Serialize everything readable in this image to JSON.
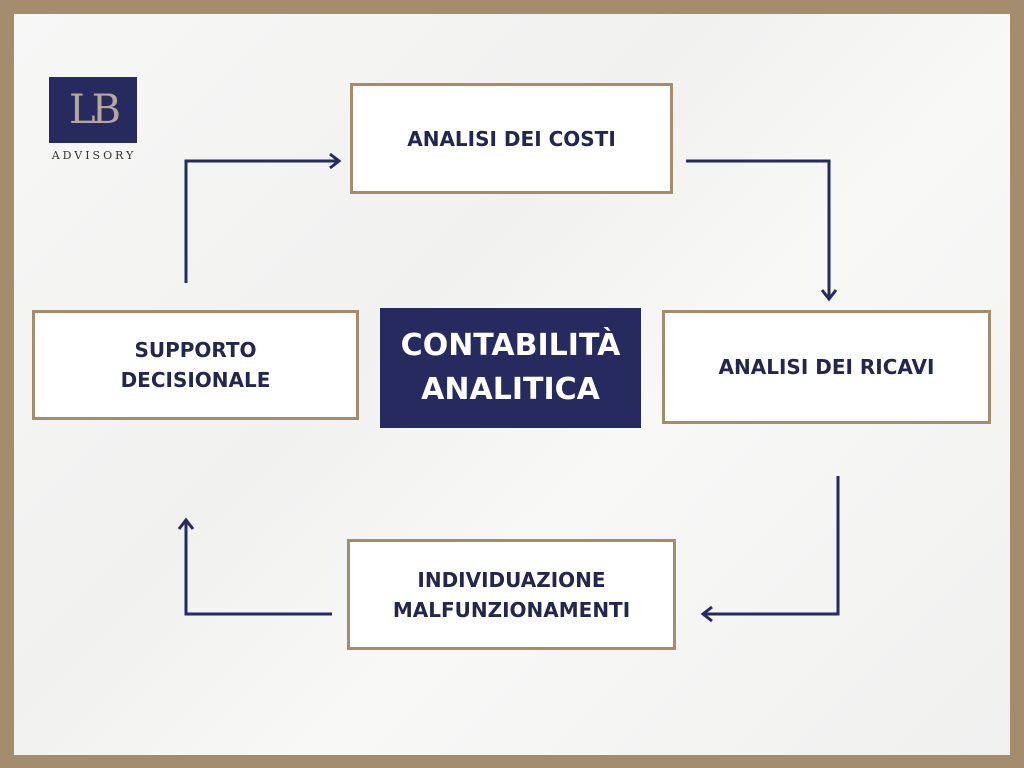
{
  "logo": {
    "mark": "LB",
    "subtitle": "ADVISORY"
  },
  "center": {
    "line1": "CONTABILITÀ",
    "line2": "ANALITICA"
  },
  "steps": [
    {
      "line1": "ANALISI DEI COSTI"
    },
    {
      "line1": "ANALISI DEI RICAVI"
    },
    {
      "line1": "INDIVIDUAZIONE",
      "line2": "MALFUNZIONAMENTI"
    },
    {
      "line1": "SUPPORTO",
      "line2": "DECISIONALE"
    }
  ],
  "colors": {
    "frame": "#a38d6d",
    "navy": "#262a5e"
  }
}
